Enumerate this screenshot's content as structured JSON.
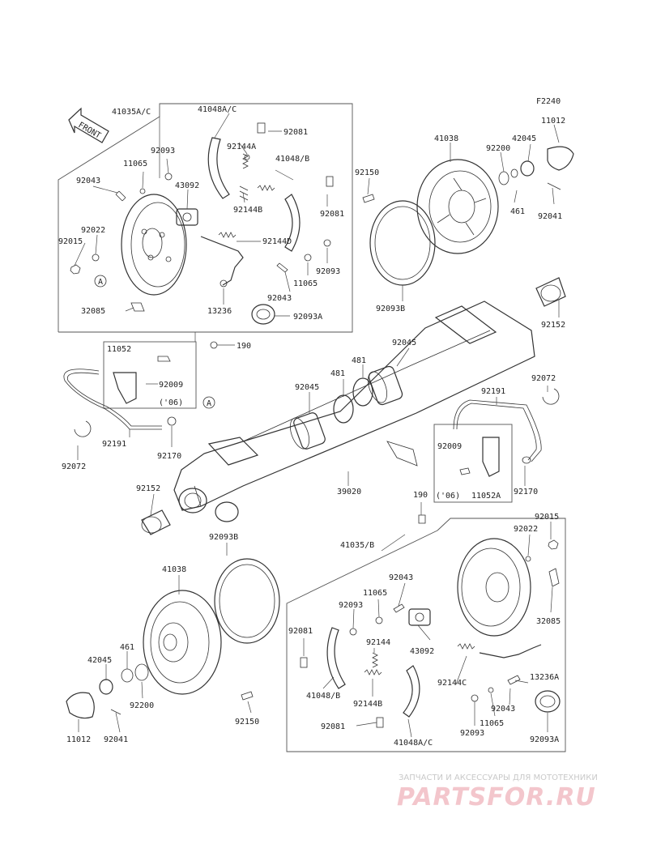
{
  "figure_code": "F2240",
  "front_arrow_label": "FRONT",
  "callout_A": "A",
  "labels": {
    "l_41035ac_top": "41035A/C",
    "l_41048ac_top": "41048A/C",
    "l_92081_a": "92081",
    "l_92144a": "92144A",
    "l_92093_a": "92093",
    "l_11065_a": "11065",
    "l_41048b_top": "41048/B",
    "l_92043_a": "92043",
    "l_43092_a": "43092",
    "l_92144b_a": "92144B",
    "l_92081_b": "92081",
    "l_92022_a": "92022",
    "l_92015_a": "92015",
    "l_92144d": "92144D",
    "l_92093_b": "92093",
    "l_11065_b": "11065",
    "l_92043_b": "92043",
    "l_13236": "13236",
    "l_92093a_a": "92093A",
    "l_32085_a": "32085",
    "l_190_a": "190",
    "l_41038_a": "41038",
    "l_92200_a": "92200",
    "l_42045_a": "42045",
    "l_11012_a": "11012",
    "l_92150_a": "92150",
    "l_461_a": "461",
    "l_92041_a": "92041",
    "l_92093b_a": "92093B",
    "l_92152_a": "92152",
    "l_11052": "11052",
    "l_92009_a": "92009",
    "l_06_a": "('06)",
    "l_92045_a": "92045",
    "l_481_a": "481",
    "l_481_b": "481",
    "l_92045_b": "92045",
    "l_92072_a": "92072",
    "l_92191_a": "92191",
    "l_92072_b": "92072",
    "l_92191_b": "92191",
    "l_92170_a": "92170",
    "l_92009_b": "92009",
    "l_06_b": "('06)",
    "l_11052a": "11052A",
    "l_39020": "39020",
    "l_92152_b": "92152",
    "l_92170_b": "92170",
    "l_190_b": "190",
    "l_92015_b": "92015",
    "l_92022_b": "92022",
    "l_92093b_b": "92093B",
    "l_41035b": "41035/B",
    "l_41038_b": "41038",
    "l_92043_c": "92043",
    "l_11065_c": "11065",
    "l_92093_c": "92093",
    "l_92081_c": "92081",
    "l_43092_b": "43092",
    "l_32085_b": "32085",
    "l_92144": "92144",
    "l_92144c": "92144C",
    "l_13236a": "13236A",
    "l_461_b": "461",
    "l_42045_b": "42045",
    "l_41048b_bottom": "41048/B",
    "l_92043_d": "92043",
    "l_92144b_b": "92144B",
    "l_92200_b": "92200",
    "l_92081_d": "92081",
    "l_92093_d": "92093",
    "l_11065_d": "11065",
    "l_92093a_b": "92093A",
    "l_92150_b": "92150",
    "l_11012_b": "11012",
    "l_92041_b": "92041",
    "l_41048ac_bottom": "41048A/C"
  },
  "watermark": {
    "tagline": "ЗАПЧАСТИ И АКСЕССУАРЫ ДЛЯ МОТОТЕХНИКИ",
    "logo": "PARTSFOR.RU"
  }
}
